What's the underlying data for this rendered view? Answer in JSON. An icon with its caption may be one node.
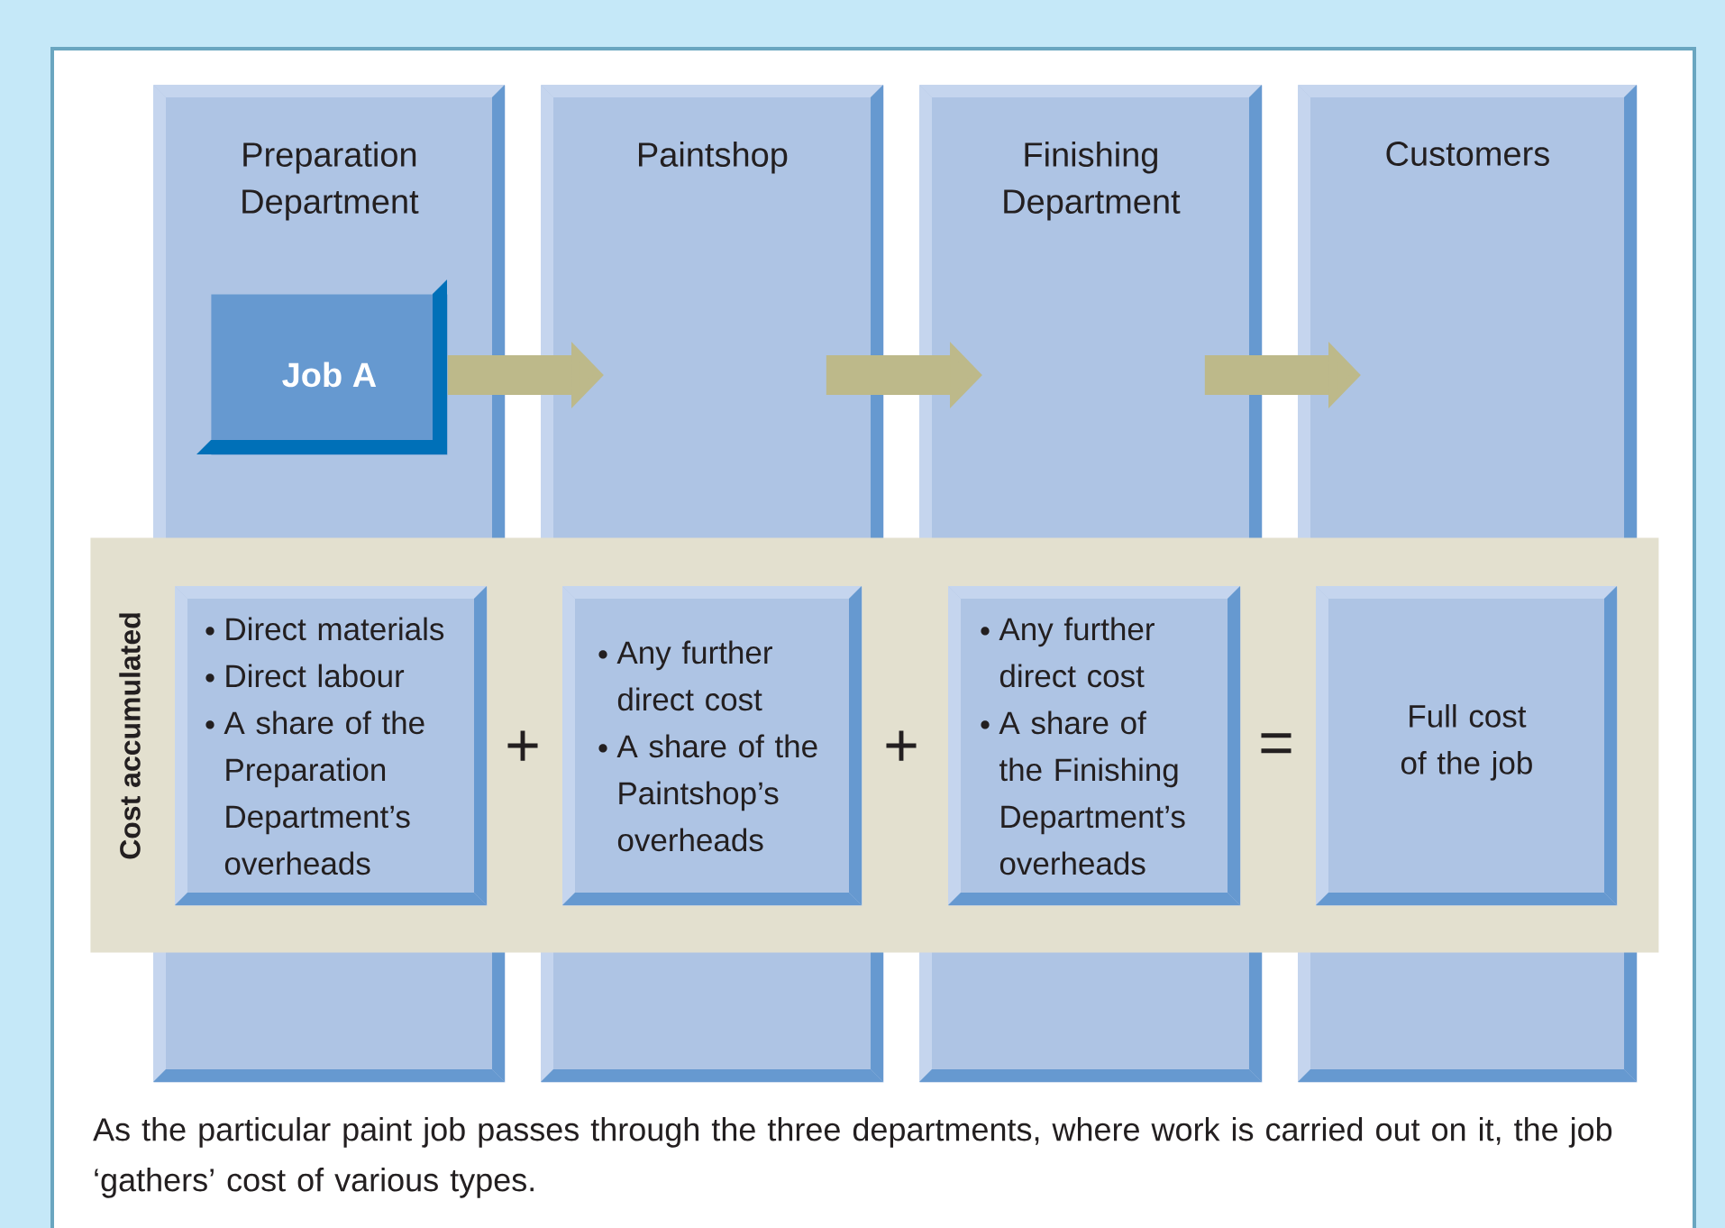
{
  "diagram": {
    "caption": "As the particular paint job passes through the three departments, where work is carried out on it, the job ‘gathers’ cost of various types.",
    "nodes": [
      {
        "text": [
          "Preparation Department"
        ]
      },
      {
        "text": [
          "Job A"
        ],
        "in": 0
      },
      {
        "text": [
          "Paintshop"
        ]
      },
      {
        "text": [
          "Finishing Department"
        ]
      },
      {
        "text": [
          "Customers"
        ]
      },
      {
        "text": [
          "Cost accumulated"
        ]
      },
      {
        "text": [
          "Direct materials",
          "Direct labour",
          "A share of the Preparation Department’s overheads"
        ]
      },
      {
        "text": [
          "Any further direct cost",
          "A share of the Paintshop’s overheads"
        ]
      },
      {
        "text": [
          "Any further direct cost",
          "A share of the Finishing Department’s overheads"
        ]
      },
      {
        "text": [
          "Full cost of the job"
        ]
      }
    ],
    "edges": [
      {
        "from": 1,
        "to": 2,
        "arrow": "to"
      },
      {
        "from": 2,
        "to": 3,
        "arrow": "to"
      },
      {
        "from": 3,
        "to": 4,
        "arrow": "to"
      }
    ],
    "labels": [
      "+",
      "+",
      "="
    ]
  }
}
